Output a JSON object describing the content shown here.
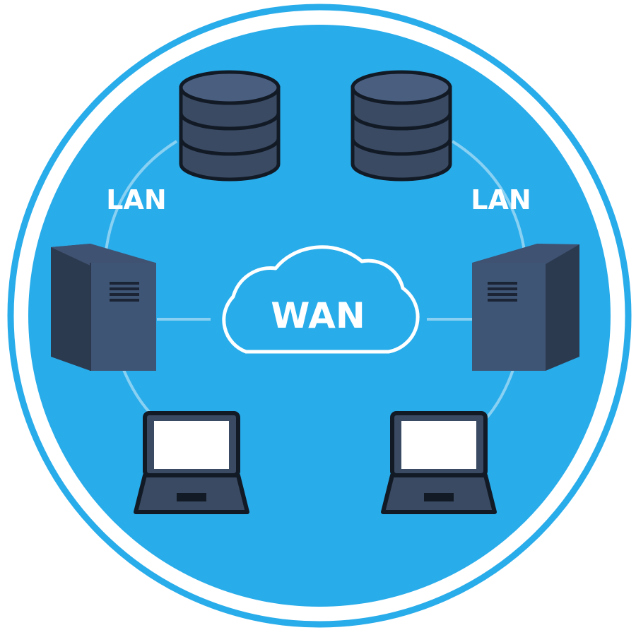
{
  "diagram": {
    "center_label": "WAN",
    "left_label": "LAN",
    "right_label": "LAN"
  },
  "colors": {
    "background": "#ffffff",
    "circle_fill": "#29acea",
    "circle_ring": "#29acea",
    "device_dark": "#3a4a63",
    "device_mid": "#4a5f80",
    "device_outline": "#121a26",
    "screen": "#ffffff",
    "link_line": "#a9ddf6",
    "cloud_outline": "#ffffff",
    "text": "#ffffff"
  },
  "icons": [
    "database-icon",
    "database-icon",
    "server-tower-icon",
    "server-tower-icon",
    "laptop-icon",
    "laptop-icon",
    "cloud-icon"
  ]
}
